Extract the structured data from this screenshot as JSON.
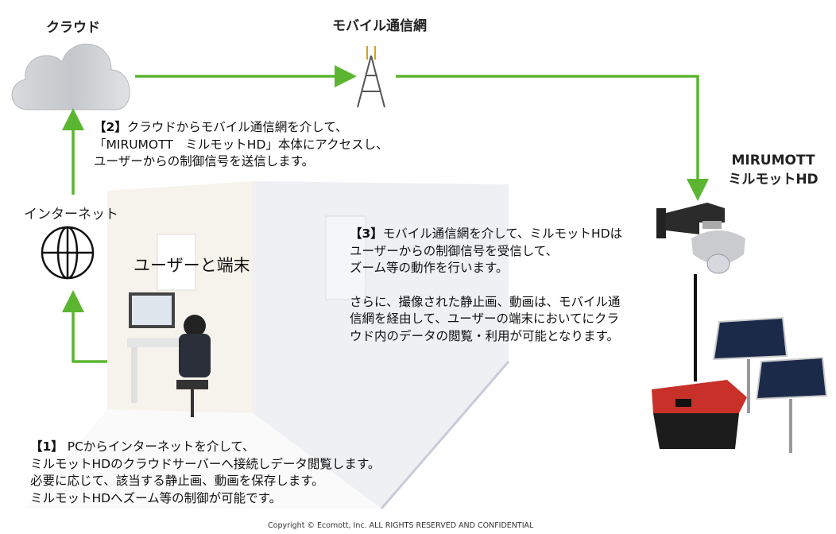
{
  "labels": {
    "cloud": "クラウド",
    "mobile_network": "モバイル通信網",
    "device_line1": "MIRUMOTT",
    "device_line2": "ミルモットHD",
    "internet": "インターネット",
    "user_terminal": "ユーザーと端末"
  },
  "step2": {
    "num": "【2】",
    "lines": [
      "クラウドからモバイル通信網を介して、",
      "「MIRUMOTT　ミルモットHD」本体にアクセスし、",
      "ユーザーからの制御信号を送信します。"
    ]
  },
  "step3": {
    "num": "【3】",
    "lines": [
      "モバイル通信網を介して、ミルモットHDは",
      "ユーザーからの制御信号を受信して、",
      "ズーム等の動作を行います。",
      "さらに、撮像された静止画、動画は、モバイル通",
      "信網を経由して、ユーザーの端末においてにクラ",
      "ウド内のデータの閲覧・利用が可能となります。"
    ]
  },
  "step1": {
    "num": "【1】",
    "lines": [
      " PCからインターネットを介して、",
      "ミルモットHDのクラウドサーバーへ接続しデータ閲覧します。",
      "必要に応じて、該当する静止画、動画を保存します。",
      "ミルモットHDへズーム等の制御が可能です。"
    ]
  },
  "copyright": "Copyright © Ecomott, Inc. ALL RIGHTS RESERVED AND CONFIDENTIAL",
  "colors": {
    "arrow": "#5cb531",
    "box_red": "#c8302a"
  }
}
